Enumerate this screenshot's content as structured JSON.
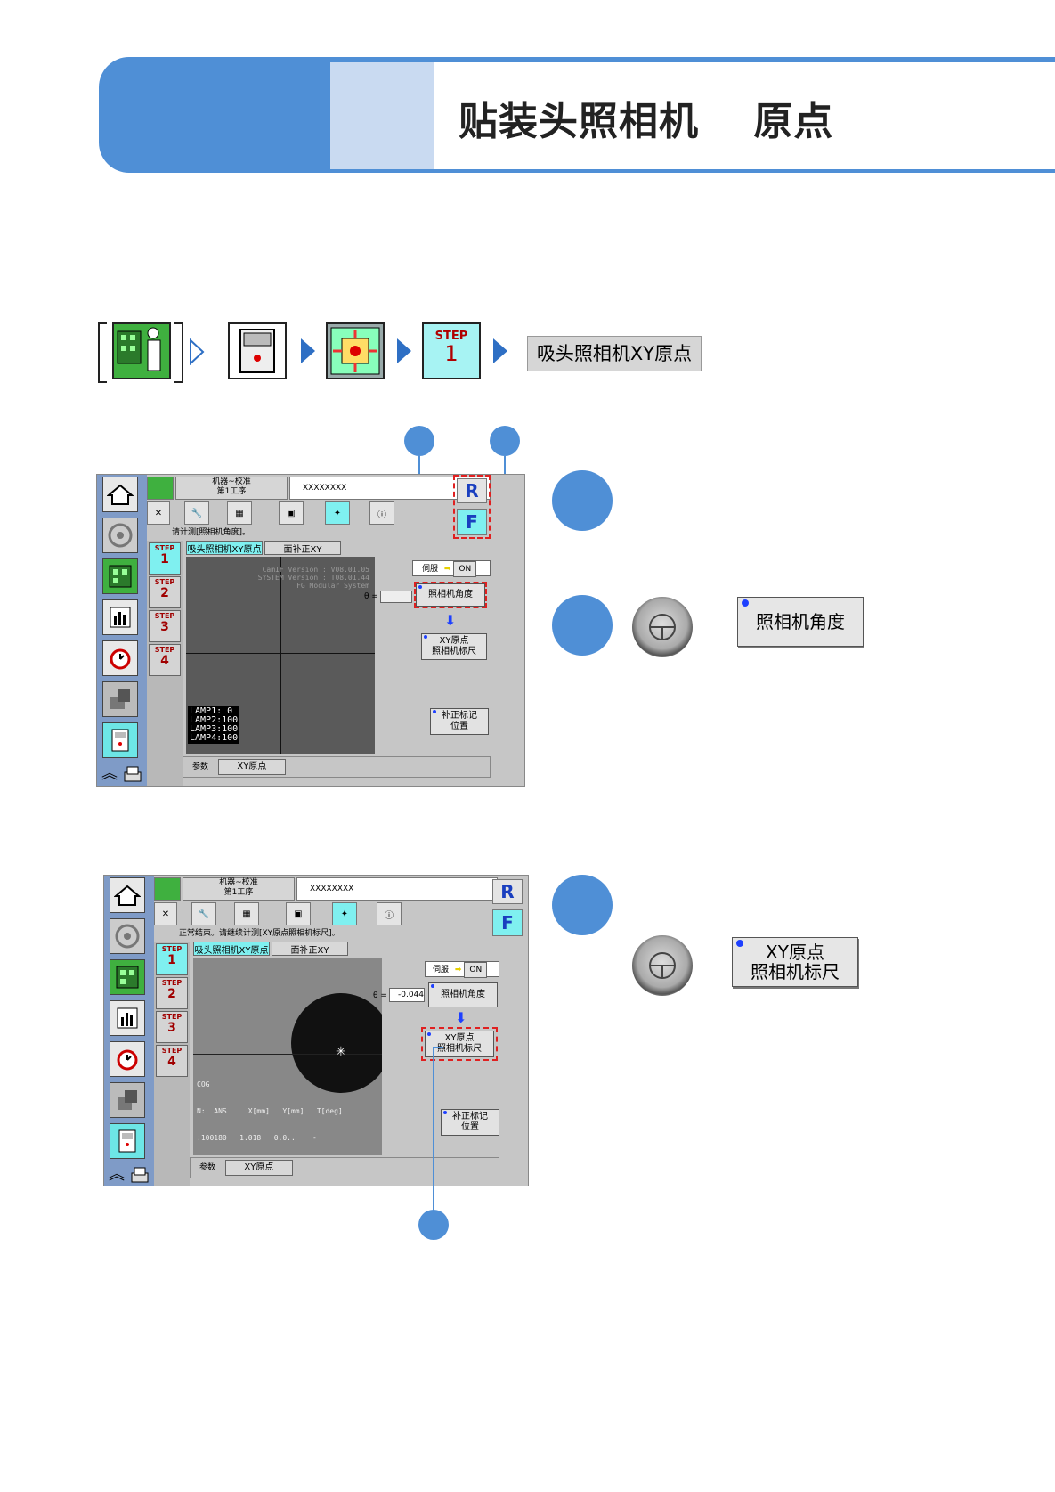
{
  "header": {
    "title": "贴装头照相机　 原点"
  },
  "breadcrumb": {
    "icons": [
      "machine-setup-icon",
      "adjustment-icon",
      "calibration-icon",
      "step-icon"
    ],
    "step_icon_text": "STEP",
    "step_icon_number": "1",
    "final_label": "吸头照相机XY原点"
  },
  "screen1": {
    "header_line1": "机器~校准",
    "header_line2": "第1工序",
    "file_name": "XXXXXXXX",
    "message": "请计测[照相机角度]。",
    "tabs": [
      "吸头照相机XY原点",
      "面补正XY"
    ],
    "steps": [
      {
        "label": "STEP",
        "num": "1"
      },
      {
        "label": "STEP",
        "num": "2"
      },
      {
        "label": "STEP",
        "num": "3"
      },
      {
        "label": "STEP",
        "num": "4"
      }
    ],
    "camera_text_lines": [
      "CamIF Version : V08.01.05",
      "SYSTEM Version : T08.01.44",
      "FG Modular System"
    ],
    "lamps": [
      "LAMP1: 0",
      "LAMP2:100",
      "LAMP3:100",
      "LAMP4:100"
    ],
    "servo_label": "伺服",
    "servo_value": "ON",
    "theta_label": "θ =",
    "theta_value": "",
    "btn_camera_angle": "照相机角度",
    "btn_xy_line1": "XY原点",
    "btn_xy_line2": "照相机标尺",
    "btn_mark_line1": "补正标记",
    "btn_mark_line2": "位置",
    "footer_label": "参数",
    "footer_button": "XY原点",
    "R": "R",
    "F": "F"
  },
  "screen2": {
    "header_line1": "机器~校准",
    "header_line2": "第1工序",
    "file_name": "XXXXXXXX",
    "message": "正常结束。请继续计测[XY原点照相机标尺]。",
    "tabs": [
      "吸头照相机XY原点",
      "面补正XY"
    ],
    "steps": [
      {
        "label": "STEP",
        "num": "1"
      },
      {
        "label": "STEP",
        "num": "2"
      },
      {
        "label": "STEP",
        "num": "3"
      },
      {
        "label": "STEP",
        "num": "4"
      }
    ],
    "servo_label": "伺服",
    "servo_value": "ON",
    "theta_label": "θ =",
    "theta_value": "-0.044",
    "result_line1": "COG",
    "result_line2": "N:  ANS     X[mm]   Y[mm]   T[deg]",
    "result_line3": ":100180   1.018   0.0..    -",
    "btn_camera_angle": "照相机角度",
    "btn_xy_line1": "XY原点",
    "btn_xy_line2": "照相机标尺",
    "btn_mark_line1": "补正标记",
    "btn_mark_line2": "位置",
    "footer_label": "参数",
    "footer_button": "XY原点",
    "R": "R",
    "F": "F"
  },
  "callouts": {
    "btn1_label": "照相机角度",
    "btn2_line1": "XY原点",
    "btn2_line2": "照相机标尺"
  },
  "colors": {
    "accent": "#4f8fd6",
    "accent_light": "#c9daf1",
    "selected": "#7ff0f0",
    "highlight": "#e02020"
  }
}
